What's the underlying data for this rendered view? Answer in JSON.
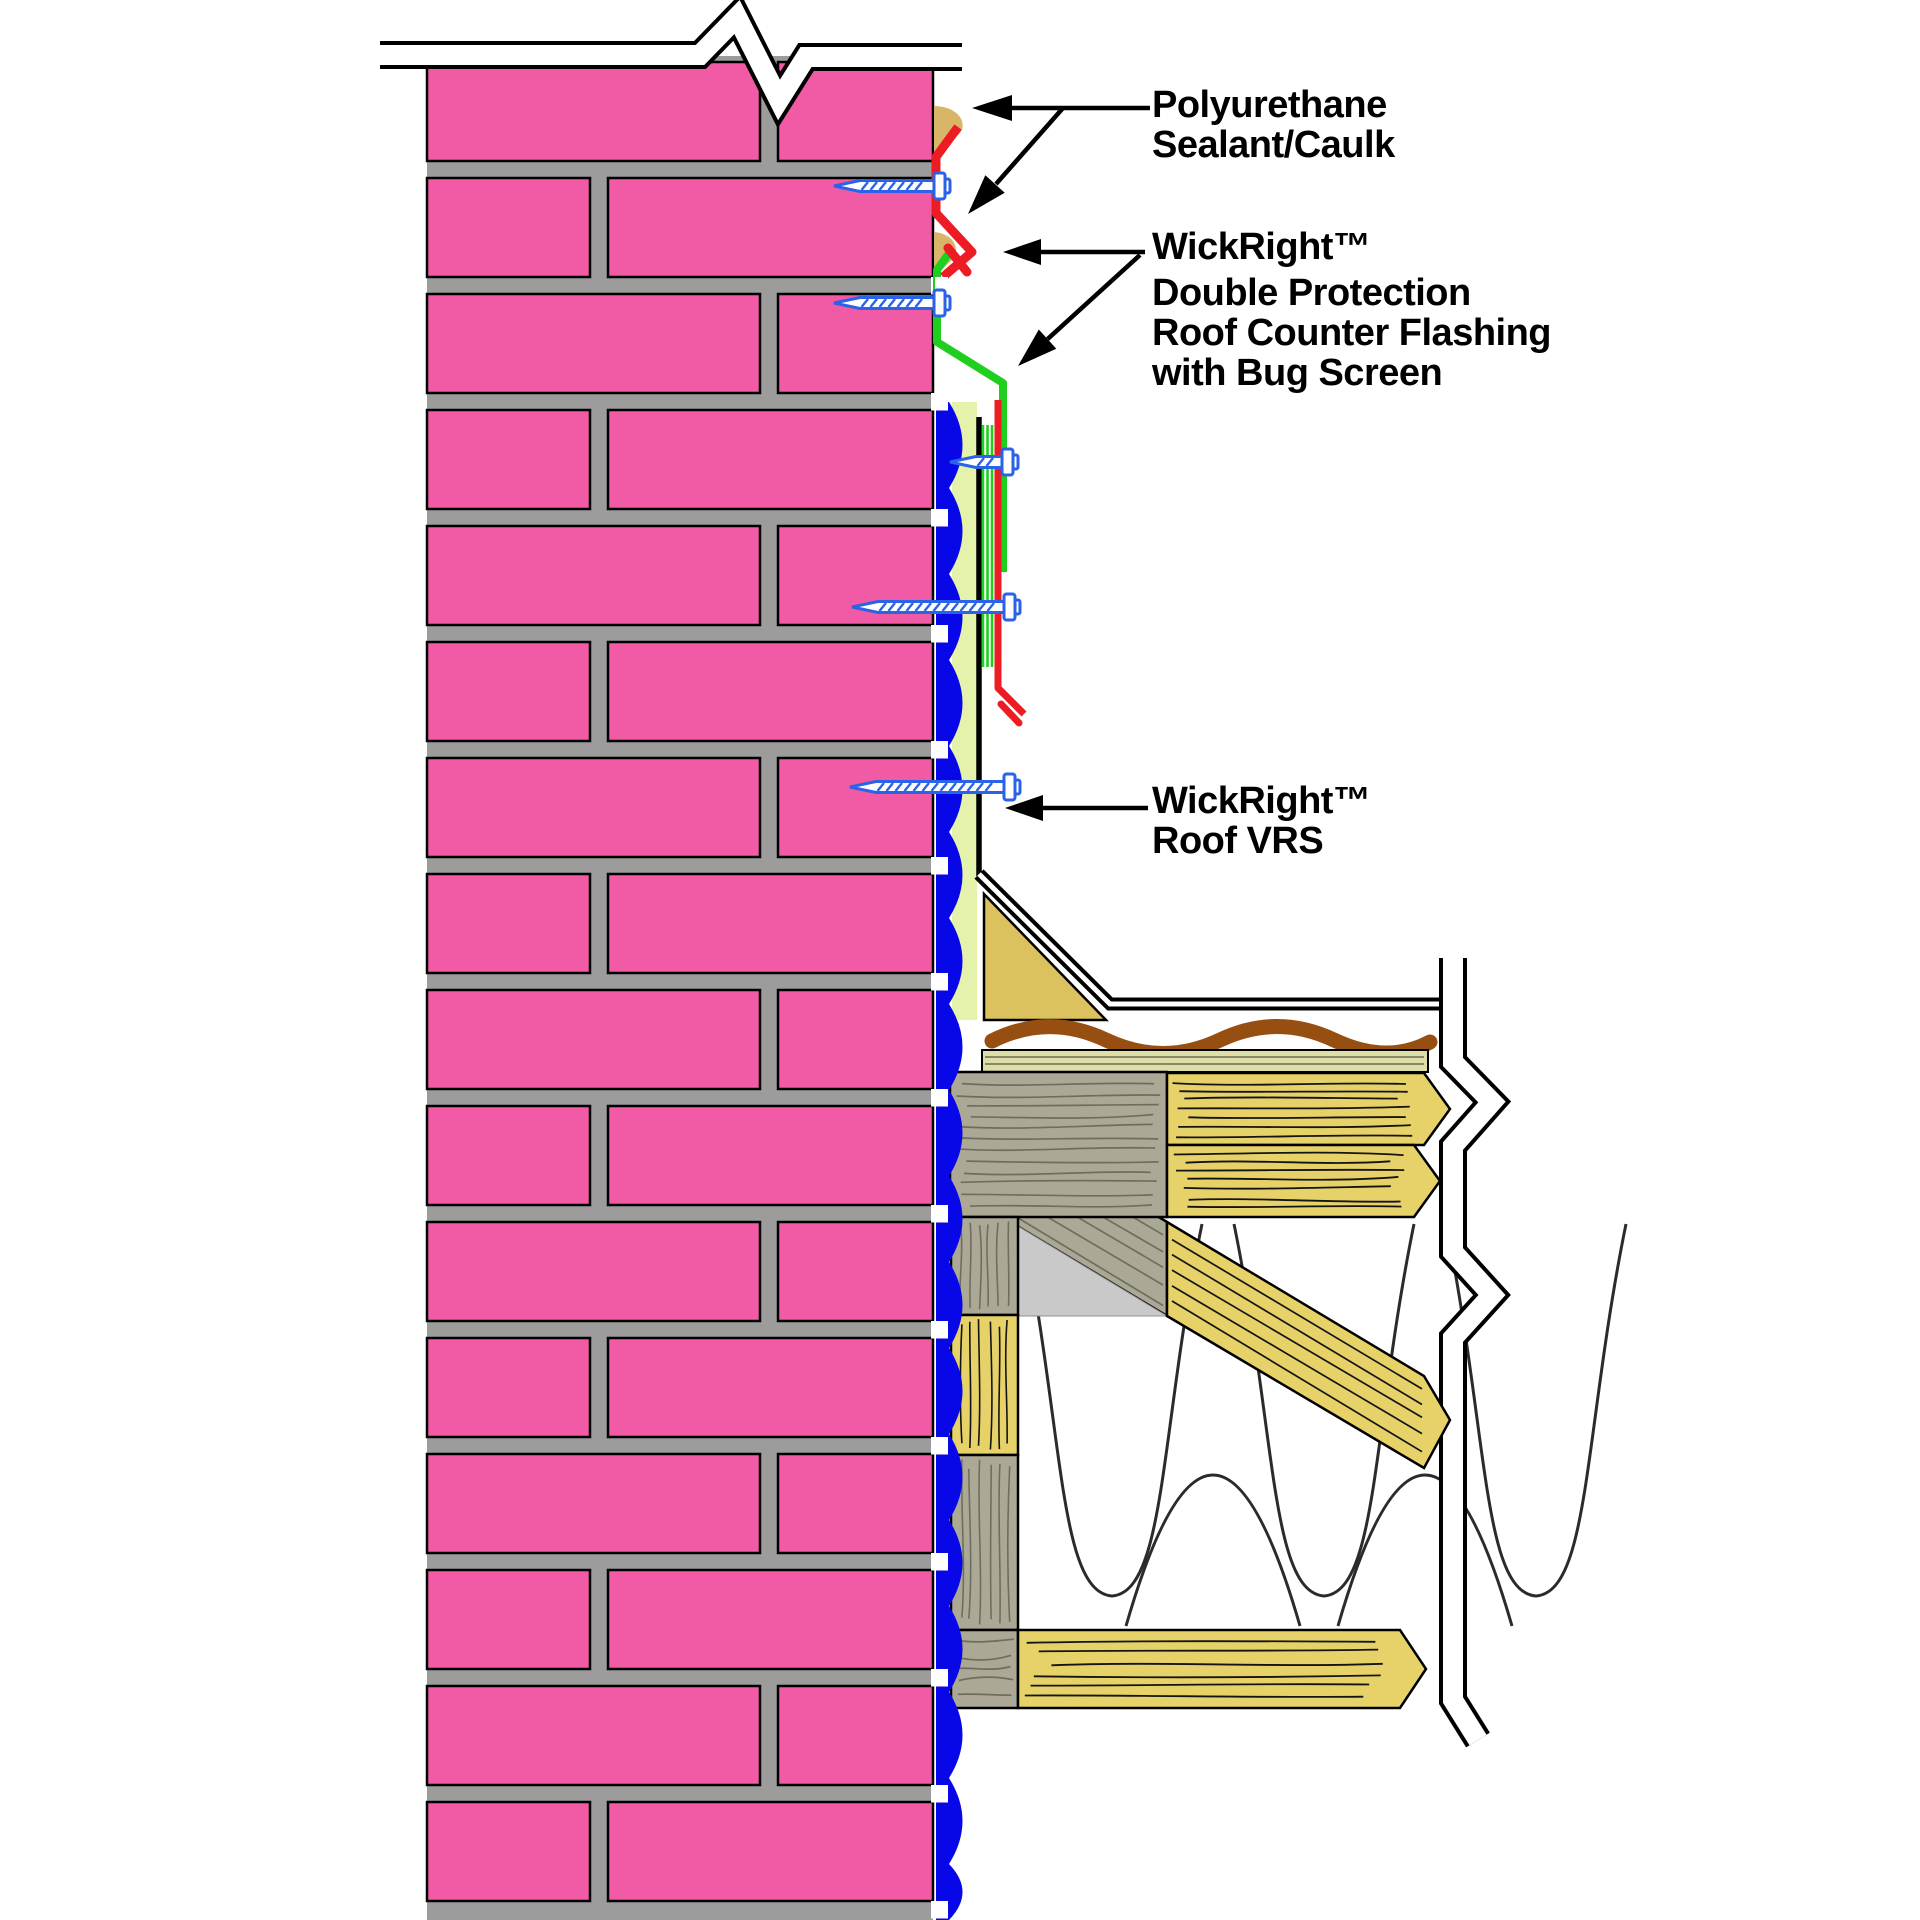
{
  "diagram": {
    "type": "construction-detail",
    "subject": "Brick wall to roof counter-flashing detail"
  },
  "annotations": {
    "sealant": {
      "lines": [
        "Polyurethane",
        "Sealant/Caulk"
      ]
    },
    "counter_flashing": {
      "lines": [
        "WickRight™",
        "Double Protection",
        "Roof Counter Flashing",
        "with Bug Screen"
      ]
    },
    "roof_vrs": {
      "lines": [
        "WickRight™",
        "Roof VRS"
      ]
    }
  },
  "palette": {
    "brick": "#F15AA5",
    "mortar": "#9C9C9C",
    "outline": "#000000",
    "drainage_blue": "#0707E8",
    "pale_strip": "#E4F2AC",
    "flashing_green": "#1FCE1F",
    "flashing_red": "#EC1C24",
    "sealant_tan": "#D9B568",
    "cant_khaki": "#DCC25F",
    "sheathing_khaki": "#DEDEA8",
    "wood_yellow": "#E6D268",
    "wood_gray": "#ACA896",
    "shadow_gray": "#C9C9C9",
    "membrane_brown": "#964F10",
    "screw_blue": "#2A62E8",
    "insulation_line": "#2B2B2B",
    "label_ink": "#000000"
  }
}
